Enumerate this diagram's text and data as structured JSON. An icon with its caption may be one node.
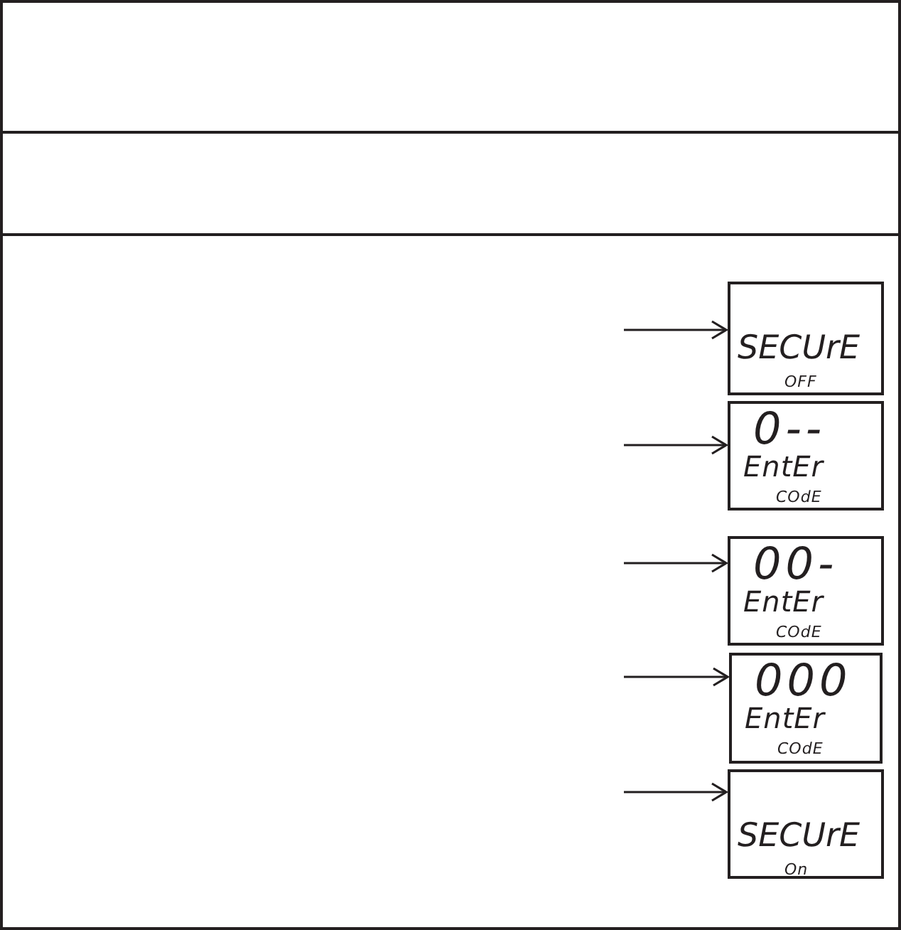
{
  "diagram": {
    "nodes": [
      {
        "text": [],
        "shape": "box"
      },
      {
        "text": [],
        "shape": "box"
      },
      {
        "text": [],
        "shape": "box"
      },
      {
        "text": [
          "SECUrE",
          "OFF"
        ],
        "in": 2
      },
      {
        "text": [
          "0--",
          "EntEr",
          "COdE"
        ],
        "in": 2
      },
      {
        "text": [
          "00-",
          "EntEr",
          "COdE"
        ],
        "in": 2
      },
      {
        "text": [
          "000",
          "EntEr",
          "COdE"
        ],
        "in": 2
      },
      {
        "text": [
          "SECUrE",
          "On"
        ],
        "in": 2
      }
    ],
    "edges": [
      {
        "from": null,
        "to": 3,
        "arrow": "to"
      },
      {
        "from": null,
        "to": 4,
        "arrow": "to"
      },
      {
        "from": null,
        "to": 5,
        "arrow": "to"
      },
      {
        "from": null,
        "to": 6,
        "arrow": "to"
      },
      {
        "from": null,
        "to": 7,
        "arrow": "to"
      }
    ]
  }
}
